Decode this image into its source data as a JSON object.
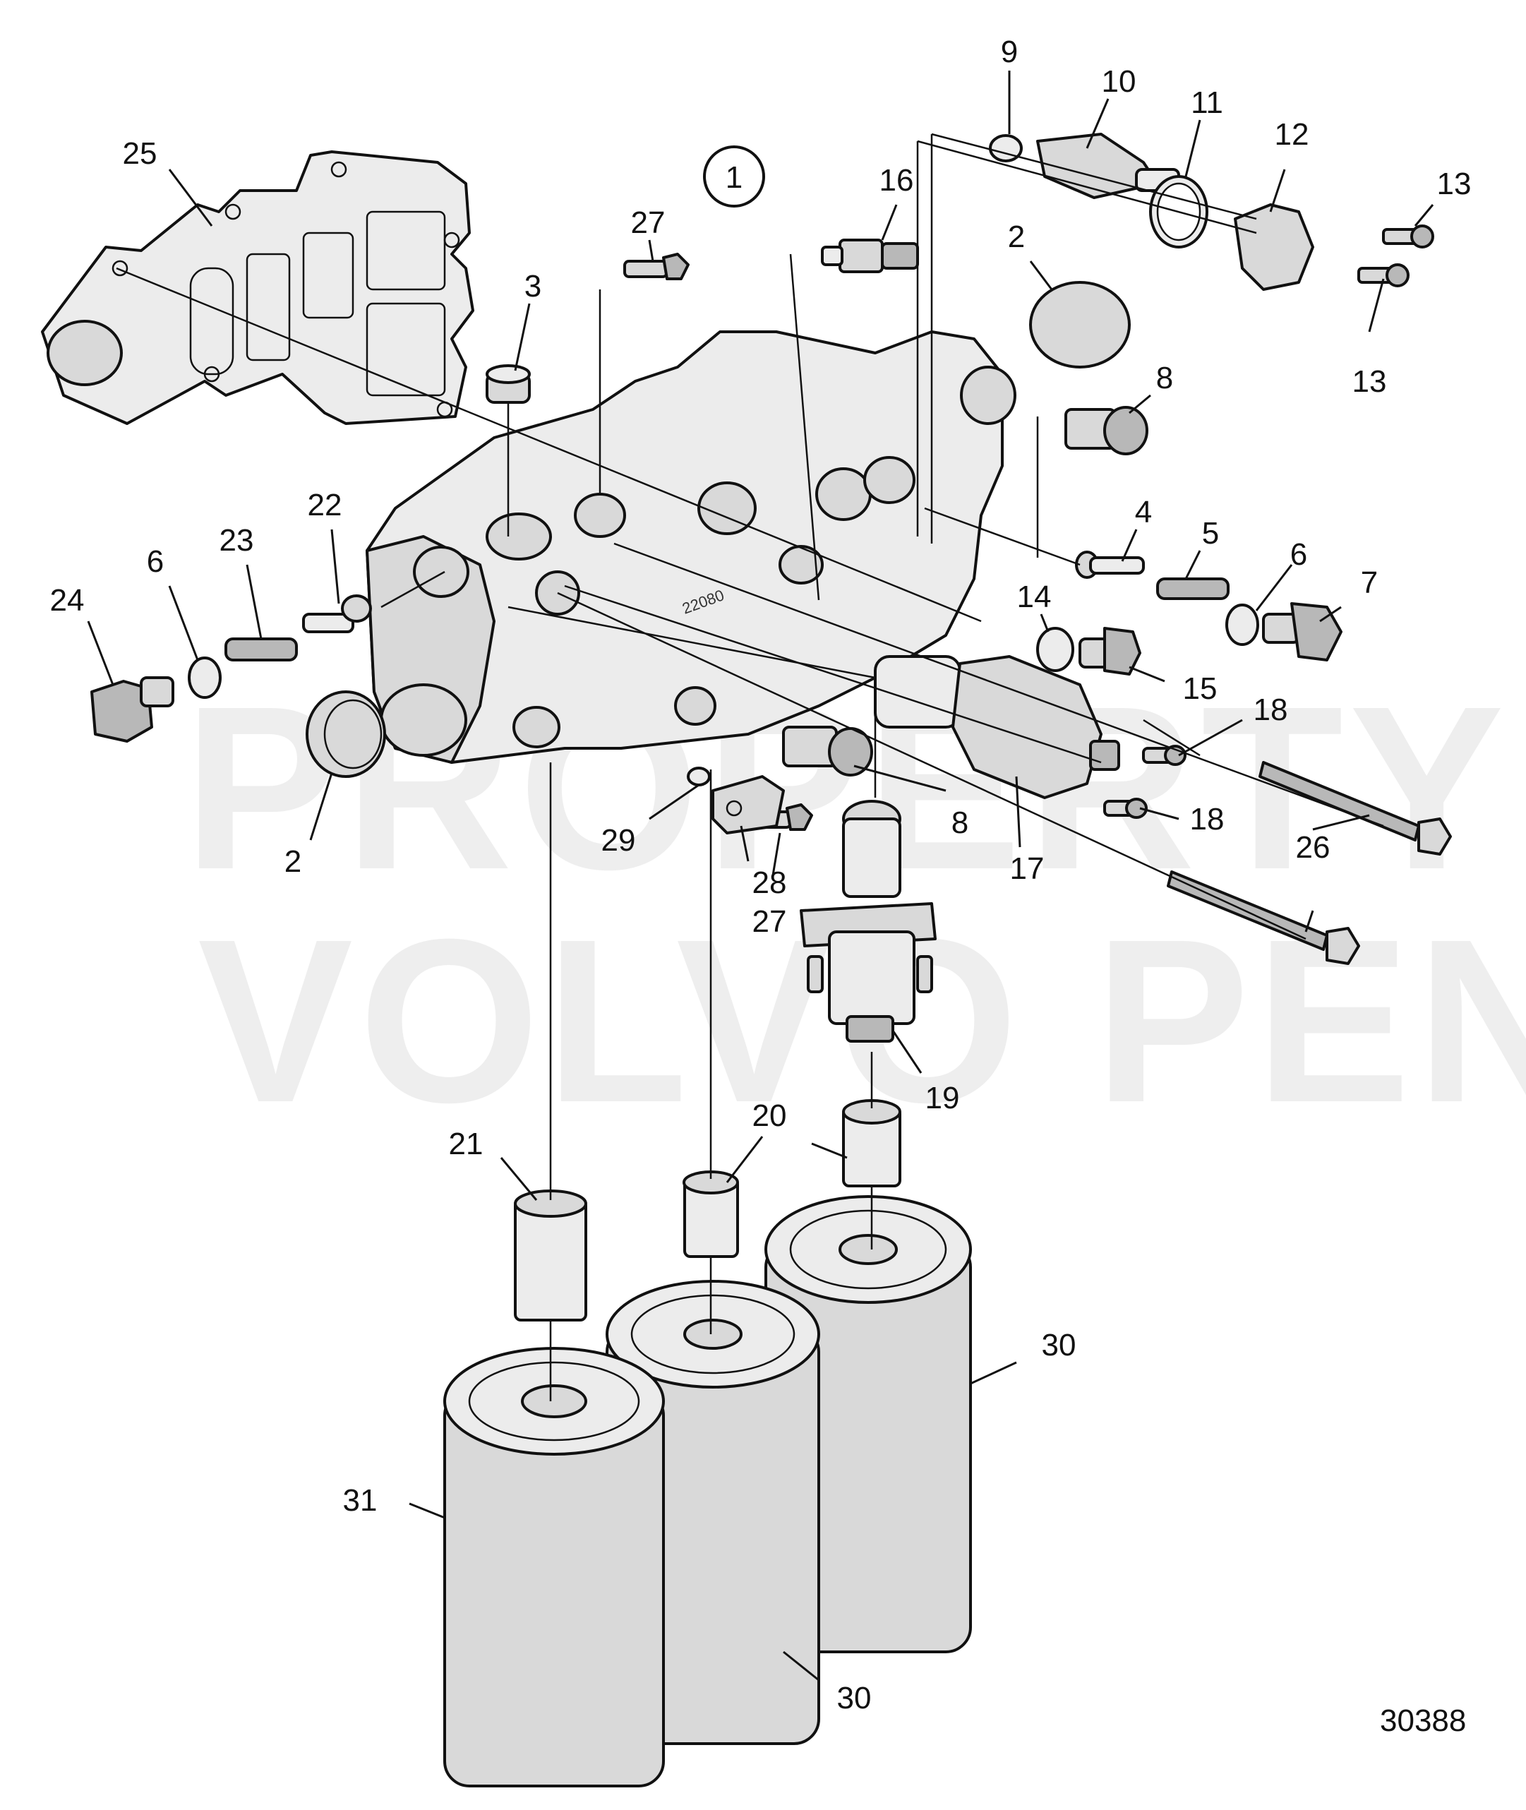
{
  "watermark": {
    "line1": "PROPERTY OF",
    "line2": "VOLVO PENTA"
  },
  "drawing_number": "30388",
  "callout_circled": "1",
  "callouts": [
    {
      "id": "l9",
      "text": "9"
    },
    {
      "id": "l10",
      "text": "10"
    },
    {
      "id": "l11",
      "text": "11"
    },
    {
      "id": "l12",
      "text": "12"
    },
    {
      "id": "l13a",
      "text": "13"
    },
    {
      "id": "l13b",
      "text": "13"
    },
    {
      "id": "l25",
      "text": "25"
    },
    {
      "id": "l16",
      "text": "16"
    },
    {
      "id": "l27a",
      "text": "27"
    },
    {
      "id": "l2a",
      "text": "2"
    },
    {
      "id": "l3",
      "text": "3"
    },
    {
      "id": "l8a",
      "text": "8"
    },
    {
      "id": "l4",
      "text": "4"
    },
    {
      "id": "l5",
      "text": "5"
    },
    {
      "id": "l6a",
      "text": "6"
    },
    {
      "id": "l7",
      "text": "7"
    },
    {
      "id": "l14",
      "text": "14"
    },
    {
      "id": "l15",
      "text": "15"
    },
    {
      "id": "l22",
      "text": "22"
    },
    {
      "id": "l23",
      "text": "23"
    },
    {
      "id": "l6b",
      "text": "6"
    },
    {
      "id": "l24",
      "text": "24"
    },
    {
      "id": "l18a",
      "text": "18"
    },
    {
      "id": "l18b",
      "text": "18"
    },
    {
      "id": "l2b",
      "text": "2"
    },
    {
      "id": "l29",
      "text": "29"
    },
    {
      "id": "l28",
      "text": "28"
    },
    {
      "id": "l8b",
      "text": "8"
    },
    {
      "id": "l17",
      "text": "17"
    },
    {
      "id": "l26",
      "text": "26"
    },
    {
      "id": "l27b",
      "text": "27"
    },
    {
      "id": "l19",
      "text": "19"
    },
    {
      "id": "l20",
      "text": "20"
    },
    {
      "id": "l21",
      "text": "21"
    },
    {
      "id": "l30a",
      "text": "30"
    },
    {
      "id": "l31",
      "text": "31"
    },
    {
      "id": "l30b",
      "text": "30"
    }
  ]
}
